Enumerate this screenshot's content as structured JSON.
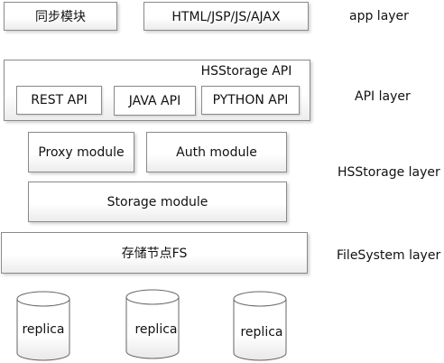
{
  "app_layer": {
    "sync_module": "同步模块",
    "web_tech": "HTML/JSP/JS/AJAX",
    "layer_label": "app layer"
  },
  "api_layer": {
    "title": "HSStorage API",
    "rest": "REST API",
    "java": "JAVA API",
    "python": "PYTHON API",
    "layer_label": "API layer"
  },
  "hsstorage_layer": {
    "proxy": "Proxy module",
    "auth": "Auth module",
    "storage": "Storage module",
    "layer_label": "HSStorage layer"
  },
  "filesystem_layer": {
    "node": "存储节点FS",
    "layer_label": "FileSystem layer"
  },
  "replicas": [
    "replica",
    "replica",
    "replica"
  ]
}
